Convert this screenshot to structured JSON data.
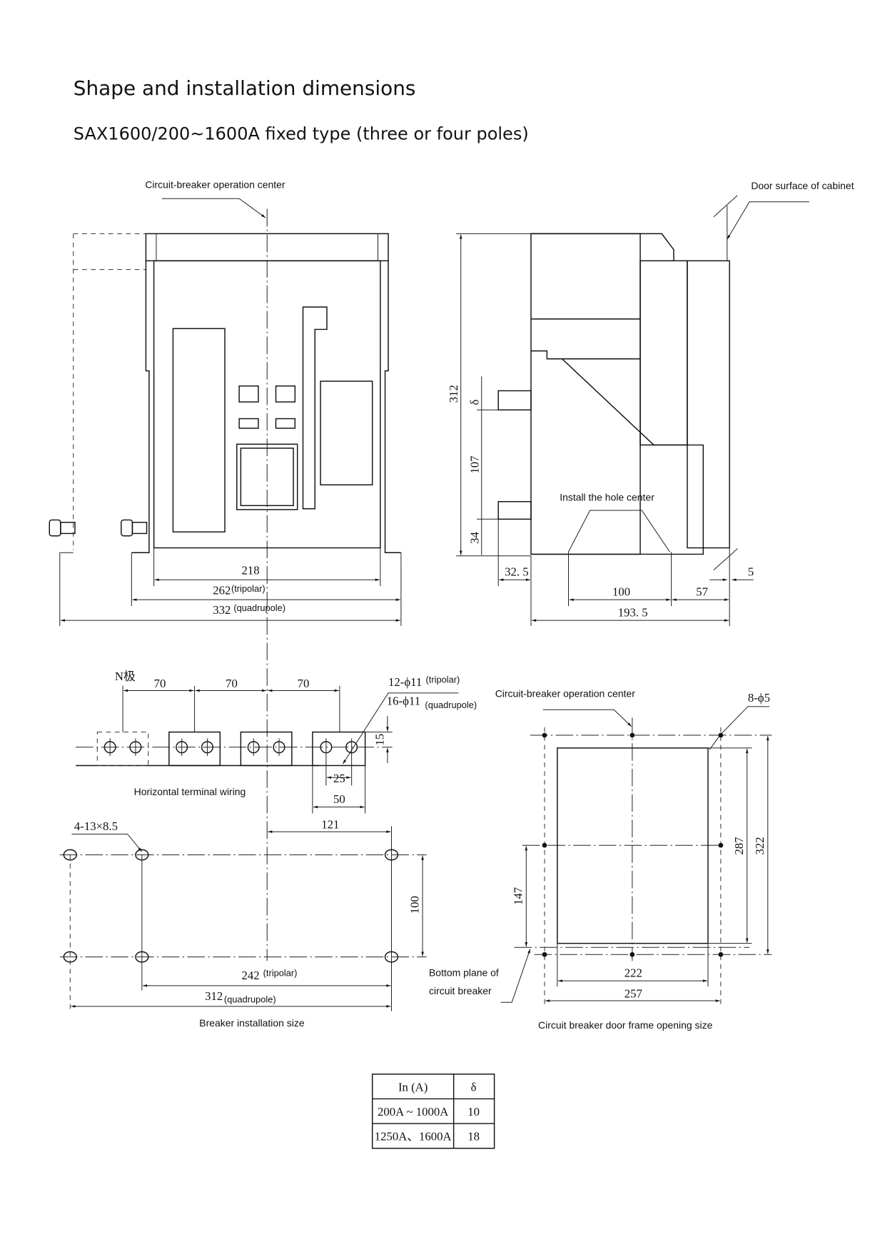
{
  "title": "Shape and installation dimensions",
  "subtitle": "SAX1600/200~1600A fixed type (three or four poles)",
  "front_view": {
    "operation_center_label": "Circuit-breaker operation center",
    "dim_218": "218",
    "dim_262": "262",
    "tripolar": "(tripolar)",
    "dim_332": "332",
    "quadrupole": "(quadrupole)"
  },
  "side_view": {
    "door_surface_label": "Door surface of cabinet",
    "dim_312": "312",
    "dim_delta": "δ",
    "dim_107": "107",
    "dim_34": "34",
    "install_hole_label": "Install the hole center",
    "dim_32_5": "32. 5",
    "dim_100": "100",
    "dim_57": "57",
    "dim_193_5": "193. 5",
    "dim_5": "5"
  },
  "terminal_wiring": {
    "n_pole": "N极",
    "pitch_1": "70",
    "pitch_2": "70",
    "pitch_3": "70",
    "holes_tripolar": "12-ϕ11",
    "tripolar": "(tripolar)",
    "holes_quadrupole": "16-ϕ11",
    "quadrupole": "(quadrupole)",
    "dim_15": "15",
    "dim_25": "25",
    "dim_50": "50",
    "label": "Horizontal terminal wiring"
  },
  "installation": {
    "holes": "4-13×8.5",
    "dim_121": "121",
    "dim_100": "100",
    "dim_242": "242",
    "tripolar": "(tripolar)",
    "dim_312": "312",
    "quadrupole": "(quadrupole)",
    "label": "Breaker installation size",
    "bottom_plane_1": "Bottom  plane  of",
    "bottom_plane_2": "circuit breaker"
  },
  "door_frame": {
    "operation_center_label": "Circuit-breaker operation center",
    "holes": "8-ϕ5",
    "dim_287": "287",
    "dim_322": "322",
    "dim_147": "147",
    "dim_222": "222",
    "dim_257": "257",
    "label": "Circuit breaker door frame opening size"
  },
  "delta_table": {
    "headers": [
      "In (A)",
      "δ"
    ],
    "rows": [
      [
        "200A ~ 1000A",
        "10"
      ],
      [
        "1250A、1600A",
        "18"
      ]
    ]
  }
}
